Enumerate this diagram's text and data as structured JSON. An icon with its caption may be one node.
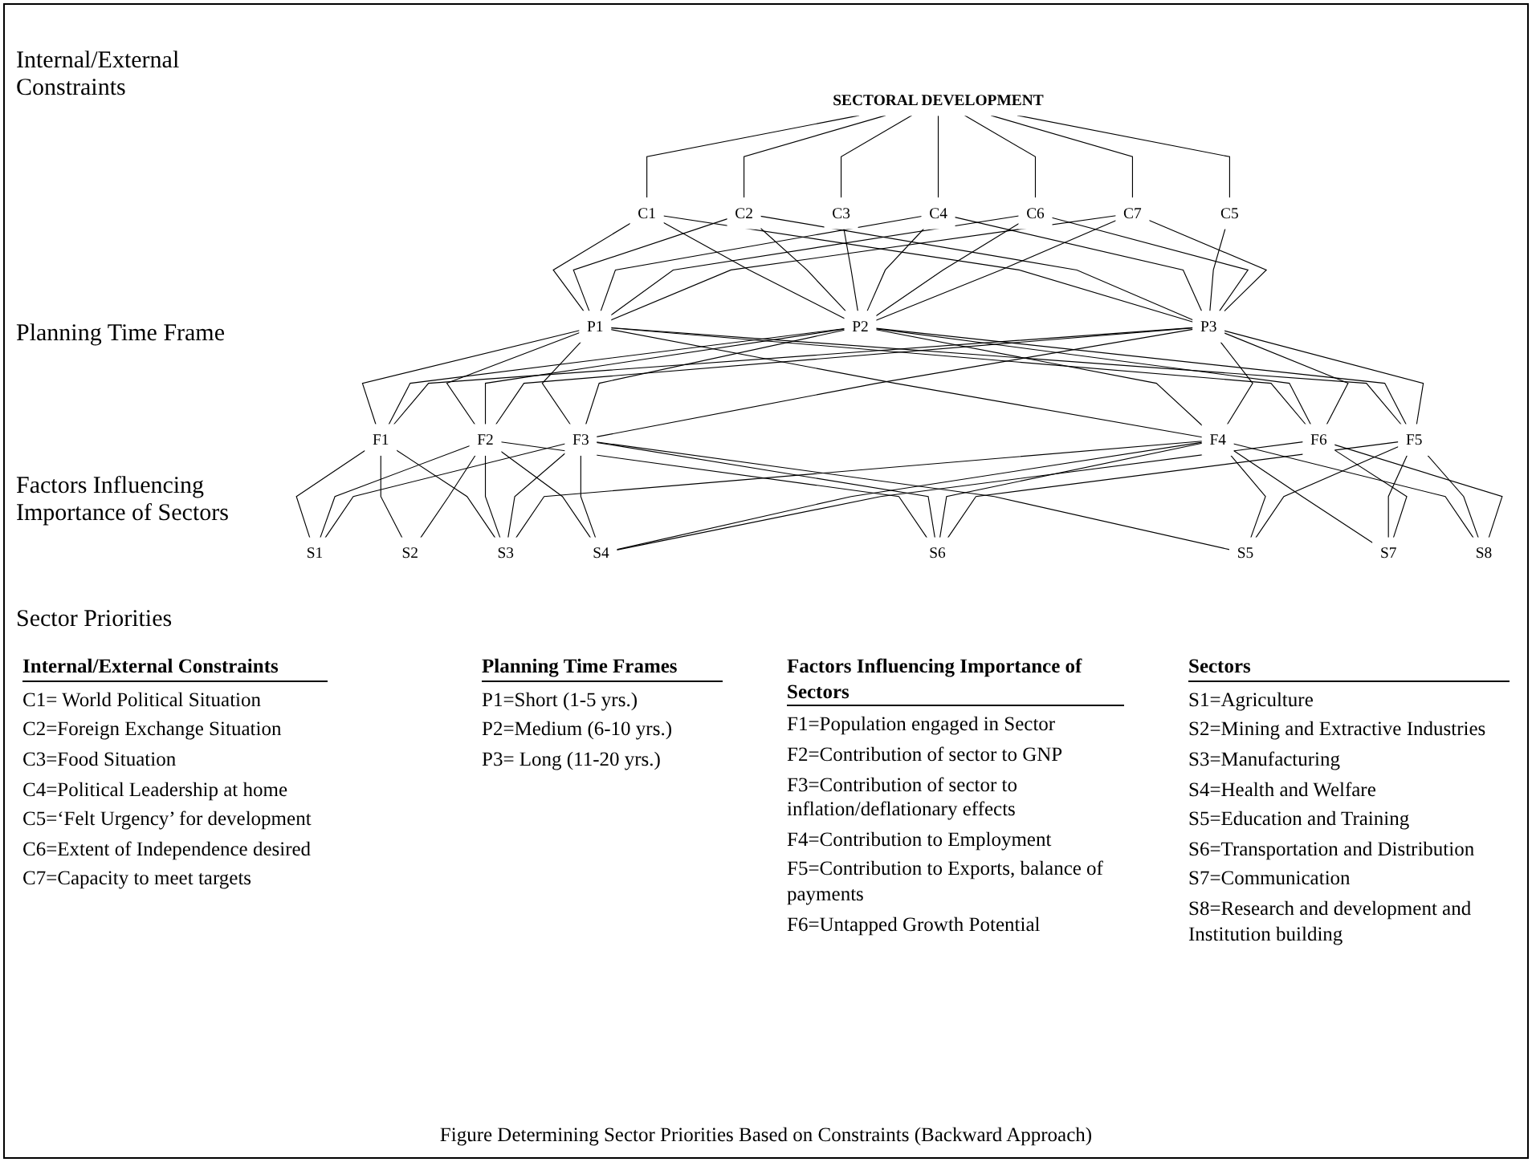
{
  "diagram": {
    "caption": "Figure Determining Sector Priorities Based on Constraints (Backward Approach)",
    "nodes": [
      {
        "text": [
          "SECTORAL DEVELOPMENT"
        ]
      },
      {
        "text": [
          "C1"
        ]
      },
      {
        "text": [
          "C2"
        ]
      },
      {
        "text": [
          "C3"
        ]
      },
      {
        "text": [
          "C4"
        ]
      },
      {
        "text": [
          "C5"
        ]
      },
      {
        "text": [
          "C6"
        ]
      },
      {
        "text": [
          "C7"
        ]
      },
      {
        "text": [
          "P1"
        ]
      },
      {
        "text": [
          "P2"
        ]
      },
      {
        "text": [
          "P3"
        ]
      },
      {
        "text": [
          "F1"
        ]
      },
      {
        "text": [
          "F2"
        ]
      },
      {
        "text": [
          "F3"
        ]
      },
      {
        "text": [
          "F4"
        ]
      },
      {
        "text": [
          "F5"
        ]
      },
      {
        "text": [
          "F6"
        ]
      },
      {
        "text": [
          "S1"
        ]
      },
      {
        "text": [
          "S2"
        ]
      },
      {
        "text": [
          "S3"
        ]
      },
      {
        "text": [
          "S4"
        ]
      },
      {
        "text": [
          "S5"
        ]
      },
      {
        "text": [
          "S6"
        ]
      },
      {
        "text": [
          "S7"
        ]
      },
      {
        "text": [
          "S8"
        ]
      }
    ],
    "edges": [
      {
        "from": 0,
        "to": 1,
        "arrow": "none"
      },
      {
        "from": 0,
        "to": 2,
        "arrow": "none"
      },
      {
        "from": 0,
        "to": 3,
        "arrow": "none"
      },
      {
        "from": 0,
        "to": 4,
        "arrow": "none"
      },
      {
        "from": 0,
        "to": 5,
        "arrow": "none"
      },
      {
        "from": 0,
        "to": 6,
        "arrow": "none"
      },
      {
        "from": 0,
        "to": 7,
        "arrow": "none"
      },
      {
        "from": 1,
        "to": 8,
        "arrow": "none"
      },
      {
        "from": 1,
        "to": 9,
        "arrow": "none"
      },
      {
        "from": 1,
        "to": 10,
        "arrow": "none"
      },
      {
        "from": 2,
        "to": 8,
        "arrow": "none"
      },
      {
        "from": 2,
        "to": 9,
        "arrow": "none"
      },
      {
        "from": 2,
        "to": 10,
        "arrow": "none"
      },
      {
        "from": 3,
        "to": 9,
        "arrow": "none"
      },
      {
        "from": 4,
        "to": 8,
        "arrow": "none"
      },
      {
        "from": 4,
        "to": 9,
        "arrow": "none"
      },
      {
        "from": 4,
        "to": 10,
        "arrow": "none"
      },
      {
        "from": 5,
        "to": 10,
        "arrow": "none"
      },
      {
        "from": 6,
        "to": 8,
        "arrow": "none"
      },
      {
        "from": 6,
        "to": 9,
        "arrow": "none"
      },
      {
        "from": 6,
        "to": 10,
        "arrow": "none"
      },
      {
        "from": 7,
        "to": 8,
        "arrow": "none"
      },
      {
        "from": 7,
        "to": 9,
        "arrow": "none"
      },
      {
        "from": 7,
        "to": 10,
        "arrow": "none"
      },
      {
        "from": 8,
        "to": 11,
        "arrow": "none"
      },
      {
        "from": 8,
        "to": 12,
        "arrow": "none"
      },
      {
        "from": 8,
        "to": 13,
        "arrow": "none"
      },
      {
        "from": 8,
        "to": 14,
        "arrow": "none"
      },
      {
        "from": 8,
        "to": 15,
        "arrow": "none"
      },
      {
        "from": 8,
        "to": 16,
        "arrow": "none"
      },
      {
        "from": 9,
        "to": 11,
        "arrow": "none"
      },
      {
        "from": 9,
        "to": 12,
        "arrow": "none"
      },
      {
        "from": 9,
        "to": 13,
        "arrow": "none"
      },
      {
        "from": 9,
        "to": 14,
        "arrow": "none"
      },
      {
        "from": 9,
        "to": 15,
        "arrow": "none"
      },
      {
        "from": 9,
        "to": 16,
        "arrow": "none"
      },
      {
        "from": 10,
        "to": 11,
        "arrow": "none"
      },
      {
        "from": 10,
        "to": 12,
        "arrow": "none"
      },
      {
        "from": 10,
        "to": 13,
        "arrow": "none"
      },
      {
        "from": 10,
        "to": 14,
        "arrow": "none"
      },
      {
        "from": 10,
        "to": 15,
        "arrow": "none"
      },
      {
        "from": 10,
        "to": 16,
        "arrow": "none"
      },
      {
        "from": 11,
        "to": 17,
        "arrow": "none"
      },
      {
        "from": 11,
        "to": 18,
        "arrow": "none"
      },
      {
        "from": 11,
        "to": 19,
        "arrow": "none"
      },
      {
        "from": 12,
        "to": 17,
        "arrow": "none"
      },
      {
        "from": 12,
        "to": 18,
        "arrow": "none"
      },
      {
        "from": 12,
        "to": 19,
        "arrow": "none"
      },
      {
        "from": 12,
        "to": 20,
        "arrow": "none"
      },
      {
        "from": 12,
        "to": 22,
        "arrow": "none"
      },
      {
        "from": 13,
        "to": 17,
        "arrow": "none"
      },
      {
        "from": 13,
        "to": 19,
        "arrow": "none"
      },
      {
        "from": 13,
        "to": 20,
        "arrow": "none"
      },
      {
        "from": 13,
        "to": 21,
        "arrow": "none"
      },
      {
        "from": 13,
        "to": 22,
        "arrow": "none"
      },
      {
        "from": 14,
        "to": 19,
        "arrow": "none"
      },
      {
        "from": 14,
        "to": 20,
        "arrow": "none"
      },
      {
        "from": 14,
        "to": 21,
        "arrow": "none"
      },
      {
        "from": 14,
        "to": 22,
        "arrow": "none"
      },
      {
        "from": 14,
        "to": 23,
        "arrow": "none"
      },
      {
        "from": 14,
        "to": 24,
        "arrow": "none"
      },
      {
        "from": 15,
        "to": 21,
        "arrow": "none"
      },
      {
        "from": 15,
        "to": 22,
        "arrow": "none"
      },
      {
        "from": 15,
        "to": 23,
        "arrow": "none"
      },
      {
        "from": 15,
        "to": 24,
        "arrow": "none"
      },
      {
        "from": 16,
        "to": 20,
        "arrow": "none"
      },
      {
        "from": 16,
        "to": 23,
        "arrow": "none"
      },
      {
        "from": 16,
        "to": 24,
        "arrow": "none"
      }
    ],
    "labels": [
      "Internal/External Constraints",
      "Planning Time Frame",
      "Factors Influencing Importance of Sectors",
      "Sector Priorities",
      "Internal/External Constraints",
      "Planning Time Frames",
      "Factors Influencing Importance of Sectors",
      "Sectors",
      "C1= World Political Situation",
      "C2=Foreign Exchange Situation",
      "C3=Food Situation",
      "C4=Political Leadership at home",
      "C5=‘Felt Urgency’ for development",
      "C6=Extent of Independence desired",
      "C7=Capacity to meet targets",
      "P1=Short (1-5 yrs.)",
      "P2=Medium (6-10 yrs.)",
      "P3= Long (11-20 yrs.)",
      "F1=Population engaged in Sector",
      "F2=Contribution of sector to GNP",
      "F3=Contribution of sector to inflation/deflationary effects",
      "F4=Contribution to Employment",
      "F5=Contribution to Exports, balance of payments",
      "F6=Untapped Growth Potential",
      "S1=Agriculture",
      "S2=Mining and Extractive Industries",
      "S3=Manufacturing",
      "S4=Health and Welfare",
      "S5=Education and Training",
      "S6=Transportation and Distribution",
      "S7=Communication",
      "S8=Research and development and Institution building"
    ]
  }
}
